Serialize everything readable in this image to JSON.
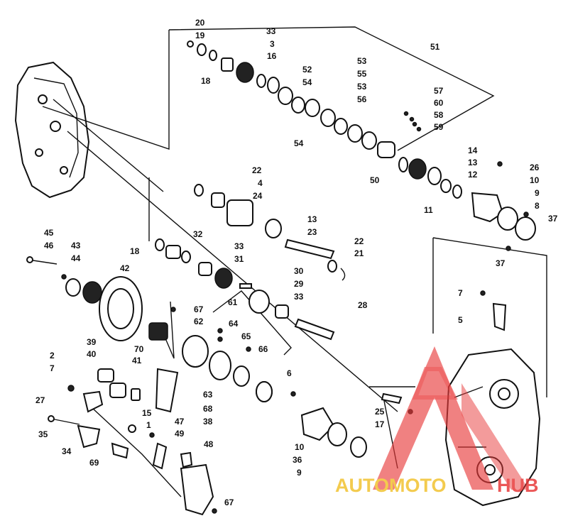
{
  "diagram": {
    "labels": [
      {
        "id": "l20a",
        "text": "20"
      },
      {
        "id": "l19",
        "text": "19"
      },
      {
        "id": "l18a",
        "text": "18"
      },
      {
        "id": "l33a",
        "text": "33"
      },
      {
        "id": "l3",
        "text": "3"
      },
      {
        "id": "l16",
        "text": "16"
      },
      {
        "id": "l51",
        "text": "51"
      },
      {
        "id": "l52",
        "text": "52"
      },
      {
        "id": "l54a",
        "text": "54"
      },
      {
        "id": "l53a",
        "text": "53"
      },
      {
        "id": "l55",
        "text": "55"
      },
      {
        "id": "l53b",
        "text": "53"
      },
      {
        "id": "l56",
        "text": "56"
      },
      {
        "id": "l57",
        "text": "57"
      },
      {
        "id": "l60",
        "text": "60"
      },
      {
        "id": "l58",
        "text": "58"
      },
      {
        "id": "l59",
        "text": "59"
      },
      {
        "id": "l54b",
        "text": "54"
      },
      {
        "id": "l50",
        "text": "50"
      },
      {
        "id": "l14",
        "text": "14"
      },
      {
        "id": "l13a",
        "text": "13"
      },
      {
        "id": "l12",
        "text": "12"
      },
      {
        "id": "l26",
        "text": "26"
      },
      {
        "id": "l10a",
        "text": "10"
      },
      {
        "id": "l9a",
        "text": "9"
      },
      {
        "id": "l8",
        "text": "8"
      },
      {
        "id": "l11",
        "text": "11"
      },
      {
        "id": "l37a",
        "text": "37"
      },
      {
        "id": "l37b",
        "text": "37"
      },
      {
        "id": "l22a",
        "text": "22"
      },
      {
        "id": "l4",
        "text": "4"
      },
      {
        "id": "l24",
        "text": "24"
      },
      {
        "id": "l13b",
        "text": "13"
      },
      {
        "id": "l23",
        "text": "23"
      },
      {
        "id": "l22b",
        "text": "22"
      },
      {
        "id": "l21",
        "text": "21"
      },
      {
        "id": "l32",
        "text": "32"
      },
      {
        "id": "l18b",
        "text": "18"
      },
      {
        "id": "l33b",
        "text": "33"
      },
      {
        "id": "l31",
        "text": "31"
      },
      {
        "id": "l30",
        "text": "30"
      },
      {
        "id": "l29",
        "text": "29"
      },
      {
        "id": "l33c",
        "text": "33"
      },
      {
        "id": "l28",
        "text": "28"
      },
      {
        "id": "l45",
        "text": "45"
      },
      {
        "id": "l46",
        "text": "46"
      },
      {
        "id": "l43",
        "text": "43"
      },
      {
        "id": "l44",
        "text": "44"
      },
      {
        "id": "l42",
        "text": "42"
      },
      {
        "id": "l67a",
        "text": "67"
      },
      {
        "id": "l61",
        "text": "61"
      },
      {
        "id": "l62",
        "text": "62"
      },
      {
        "id": "l64",
        "text": "64"
      },
      {
        "id": "l65",
        "text": "65"
      },
      {
        "id": "l70",
        "text": "70"
      },
      {
        "id": "l66",
        "text": "66"
      },
      {
        "id": "l7a",
        "text": "7"
      },
      {
        "id": "l5",
        "text": "5"
      },
      {
        "id": "l39",
        "text": "39"
      },
      {
        "id": "l40",
        "text": "40"
      },
      {
        "id": "l41",
        "text": "41"
      },
      {
        "id": "l2",
        "text": "2"
      },
      {
        "id": "l7b",
        "text": "7"
      },
      {
        "id": "l27",
        "text": "27"
      },
      {
        "id": "l63",
        "text": "63"
      },
      {
        "id": "l68",
        "text": "68"
      },
      {
        "id": "l38",
        "text": "38"
      },
      {
        "id": "l6",
        "text": "6"
      },
      {
        "id": "l25",
        "text": "25"
      },
      {
        "id": "l17",
        "text": "17"
      },
      {
        "id": "l15",
        "text": "15"
      },
      {
        "id": "l1",
        "text": "1"
      },
      {
        "id": "l47",
        "text": "47"
      },
      {
        "id": "l49",
        "text": "49"
      },
      {
        "id": "l35",
        "text": "35"
      },
      {
        "id": "l34",
        "text": "34"
      },
      {
        "id": "l69",
        "text": "69"
      },
      {
        "id": "l48",
        "text": "48"
      },
      {
        "id": "l10b",
        "text": "10"
      },
      {
        "id": "l36",
        "text": "36"
      },
      {
        "id": "l9b",
        "text": "9"
      },
      {
        "id": "l67b",
        "text": "67"
      }
    ]
  },
  "watermark": {
    "text_a": "AUTOMOTO",
    "text_b": "HUB",
    "color_red": "#e83a3a",
    "color_yellow": "#f2c230"
  }
}
